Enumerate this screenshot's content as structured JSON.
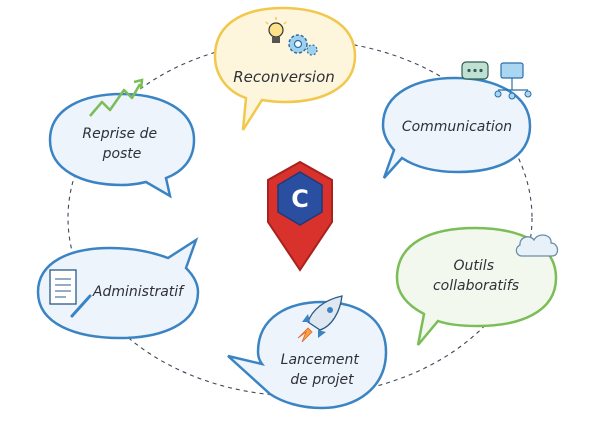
{
  "bubbles": [
    {
      "id": "reconversion",
      "lines": [
        "Reconversion"
      ],
      "color": "#f1c84b",
      "fill": "#fdf6dc",
      "icon": "lightbulb-gear-icon"
    },
    {
      "id": "communication",
      "lines": [
        "Communication"
      ],
      "color": "#3b84c4",
      "fill": "#eef4fb",
      "icon": "chat-network-icon"
    },
    {
      "id": "outils",
      "lines": [
        "Outils",
        "collaboratifs"
      ],
      "color": "#7bbd57",
      "fill": "#f2f8ed",
      "icon": "cloud-icon"
    },
    {
      "id": "lancement",
      "lines": [
        "Lancement",
        "de projet"
      ],
      "color": "#3b84c4",
      "fill": "#eef4fb",
      "icon": "rocket-icon"
    },
    {
      "id": "administratif",
      "lines": [
        "Administratif"
      ],
      "color": "#3b84c4",
      "fill": "#eef4fb",
      "icon": "document-pen-icon"
    },
    {
      "id": "reprise",
      "lines": [
        "Reprise de",
        "poste"
      ],
      "color": "#3b84c4",
      "fill": "#eef4fb",
      "icon": "trend-arrow-icon"
    }
  ],
  "center": {
    "letter": "C",
    "icon": "location-pin-logo",
    "pin_color": "#d9312b",
    "hex_color": "#2b4fa0"
  }
}
